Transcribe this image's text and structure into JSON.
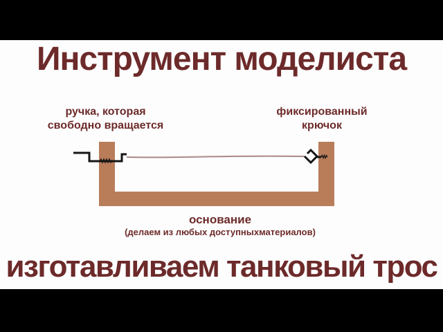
{
  "titles": {
    "top": "Инструмент моделиста",
    "bottom": "изготавливаем танковый трос"
  },
  "labels": {
    "handle": {
      "line1": "ручка, которая",
      "line2": "свободно вращается"
    },
    "hook": {
      "line1": "фиксированный",
      "line2": "крючок"
    },
    "base": {
      "title": "основание",
      "note": "(делаем из любых доступныхматериалов)"
    }
  },
  "colors": {
    "text": "#6d2a2a",
    "base_wood": "#b97d5a",
    "cable": "#c6a8a8",
    "cable_core": "#8d6a6a",
    "ink": "#151515",
    "letterbox": "#000000",
    "background": "#fdfdfd"
  },
  "diagram": {
    "parts": [
      "base",
      "crank-handle",
      "axle-thread",
      "cable",
      "fixed-hook",
      "hook-thread"
    ]
  }
}
